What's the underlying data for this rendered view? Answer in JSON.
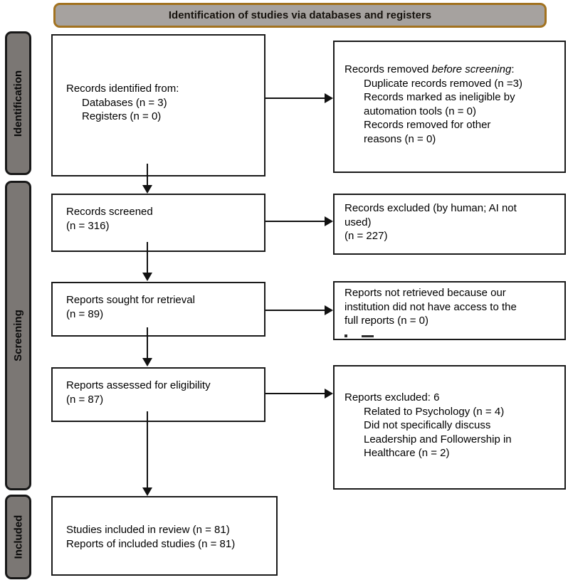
{
  "header": {
    "title": "Identification of studies via databases and registers"
  },
  "sidebar": {
    "identification_label": "Identification",
    "screening_label": "Screening",
    "included_label": "Included"
  },
  "flow": {
    "identified": {
      "title": "Records identified from:",
      "item1": "Databases (n = 3)",
      "item2": "Registers (n = 0)"
    },
    "removed": {
      "title_prefix": "Records removed ",
      "title_italic": "before screening",
      "title_suffix": ":",
      "item1": "Duplicate records removed (n =3)",
      "item2": "Records marked as ineligible by automation tools (n = 0)",
      "item3": "Records removed for other reasons (n = 0)"
    },
    "screened": {
      "line1": "Records screened",
      "line2": "(n = 316)"
    },
    "excluded_screening": {
      "line1": "Records excluded (by human; AI not used)",
      "line2": "(n = 227)"
    },
    "sought": {
      "line1": "Reports sought for retrieval",
      "line2": "(n = 89)"
    },
    "not_retrieved": {
      "line1": "Reports not retrieved because our institution did not have access to the full reports (n = 0)"
    },
    "assessed": {
      "line1": "Reports assessed for eligibility",
      "line2": "(n = 87)"
    },
    "excluded_eligibility": {
      "title": "Reports excluded: 6",
      "item1": "Related to Psychology (n = 4)",
      "item2": "Did not specifically discuss Leadership and Followership in Healthcare (n = 2)"
    },
    "included": {
      "line1": "Studies included in review (n = 81)",
      "line2": "Reports of included studies (n = 81)"
    }
  },
  "colors": {
    "banner_fill": "#a6a29f",
    "banner_border": "#a2721f",
    "stage_fill": "#7b7774",
    "box_border": "#1a1a1a"
  }
}
